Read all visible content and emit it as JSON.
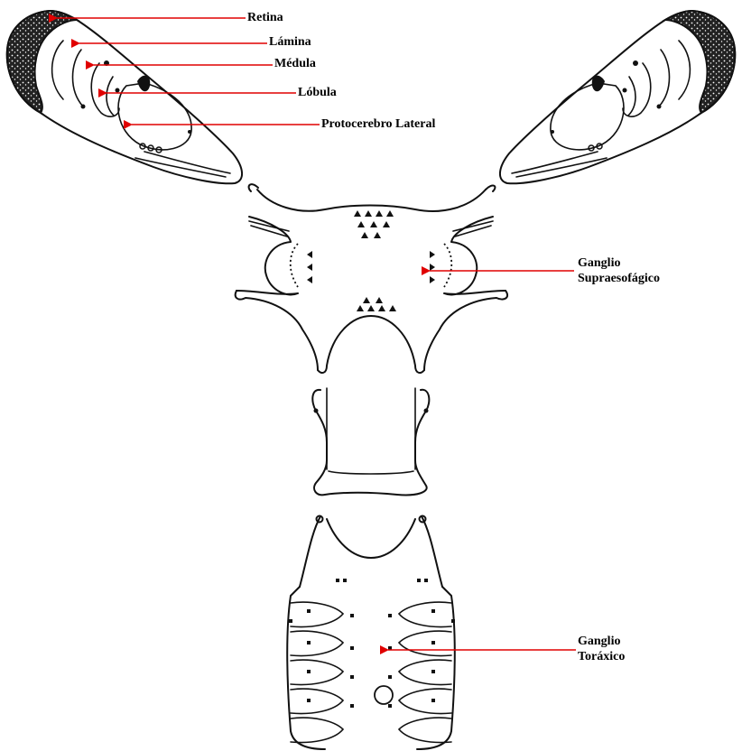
{
  "colors": {
    "arrow": "#e00000",
    "ink": "#111111"
  },
  "labels": {
    "retina": "Retina",
    "lamina": "Lámina",
    "medula": "Médula",
    "lobula": "Lóbula",
    "protocerebro": "Protocerebro Lateral",
    "supra_1": "Ganglio",
    "supra_2": "Supraesofágico",
    "torax_1": "Ganglio",
    "torax_2": "Toráxico"
  }
}
